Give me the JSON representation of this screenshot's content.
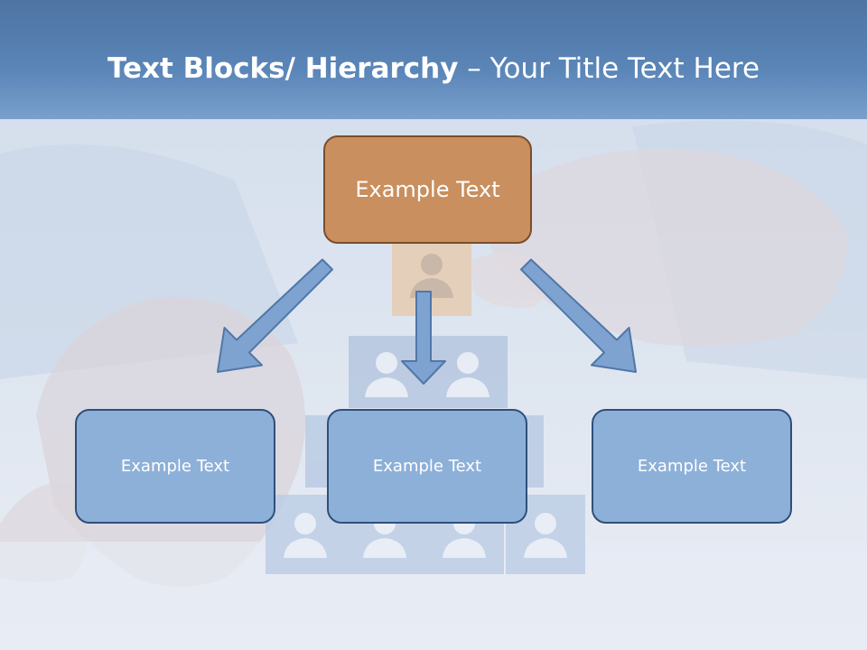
{
  "title": {
    "bold_part": "Text Blocks/ Hierarchy",
    "separator": " – ",
    "regular_part": "Your Title Text Here"
  },
  "hierarchy": {
    "top": {
      "label": "Example Text"
    },
    "children": [
      {
        "label": "Example Text"
      },
      {
        "label": "Example Text"
      },
      {
        "label": "Example Text"
      }
    ]
  },
  "colors": {
    "title_band": "#5b86b8",
    "top_box_fill": "#c98f5e",
    "top_box_border": "#7b4d2a",
    "child_box_fill": "#8db0d8",
    "child_box_border": "#2f4f7c",
    "arrow_fill": "#7ea3d0",
    "arrow_stroke": "#5077a8"
  }
}
